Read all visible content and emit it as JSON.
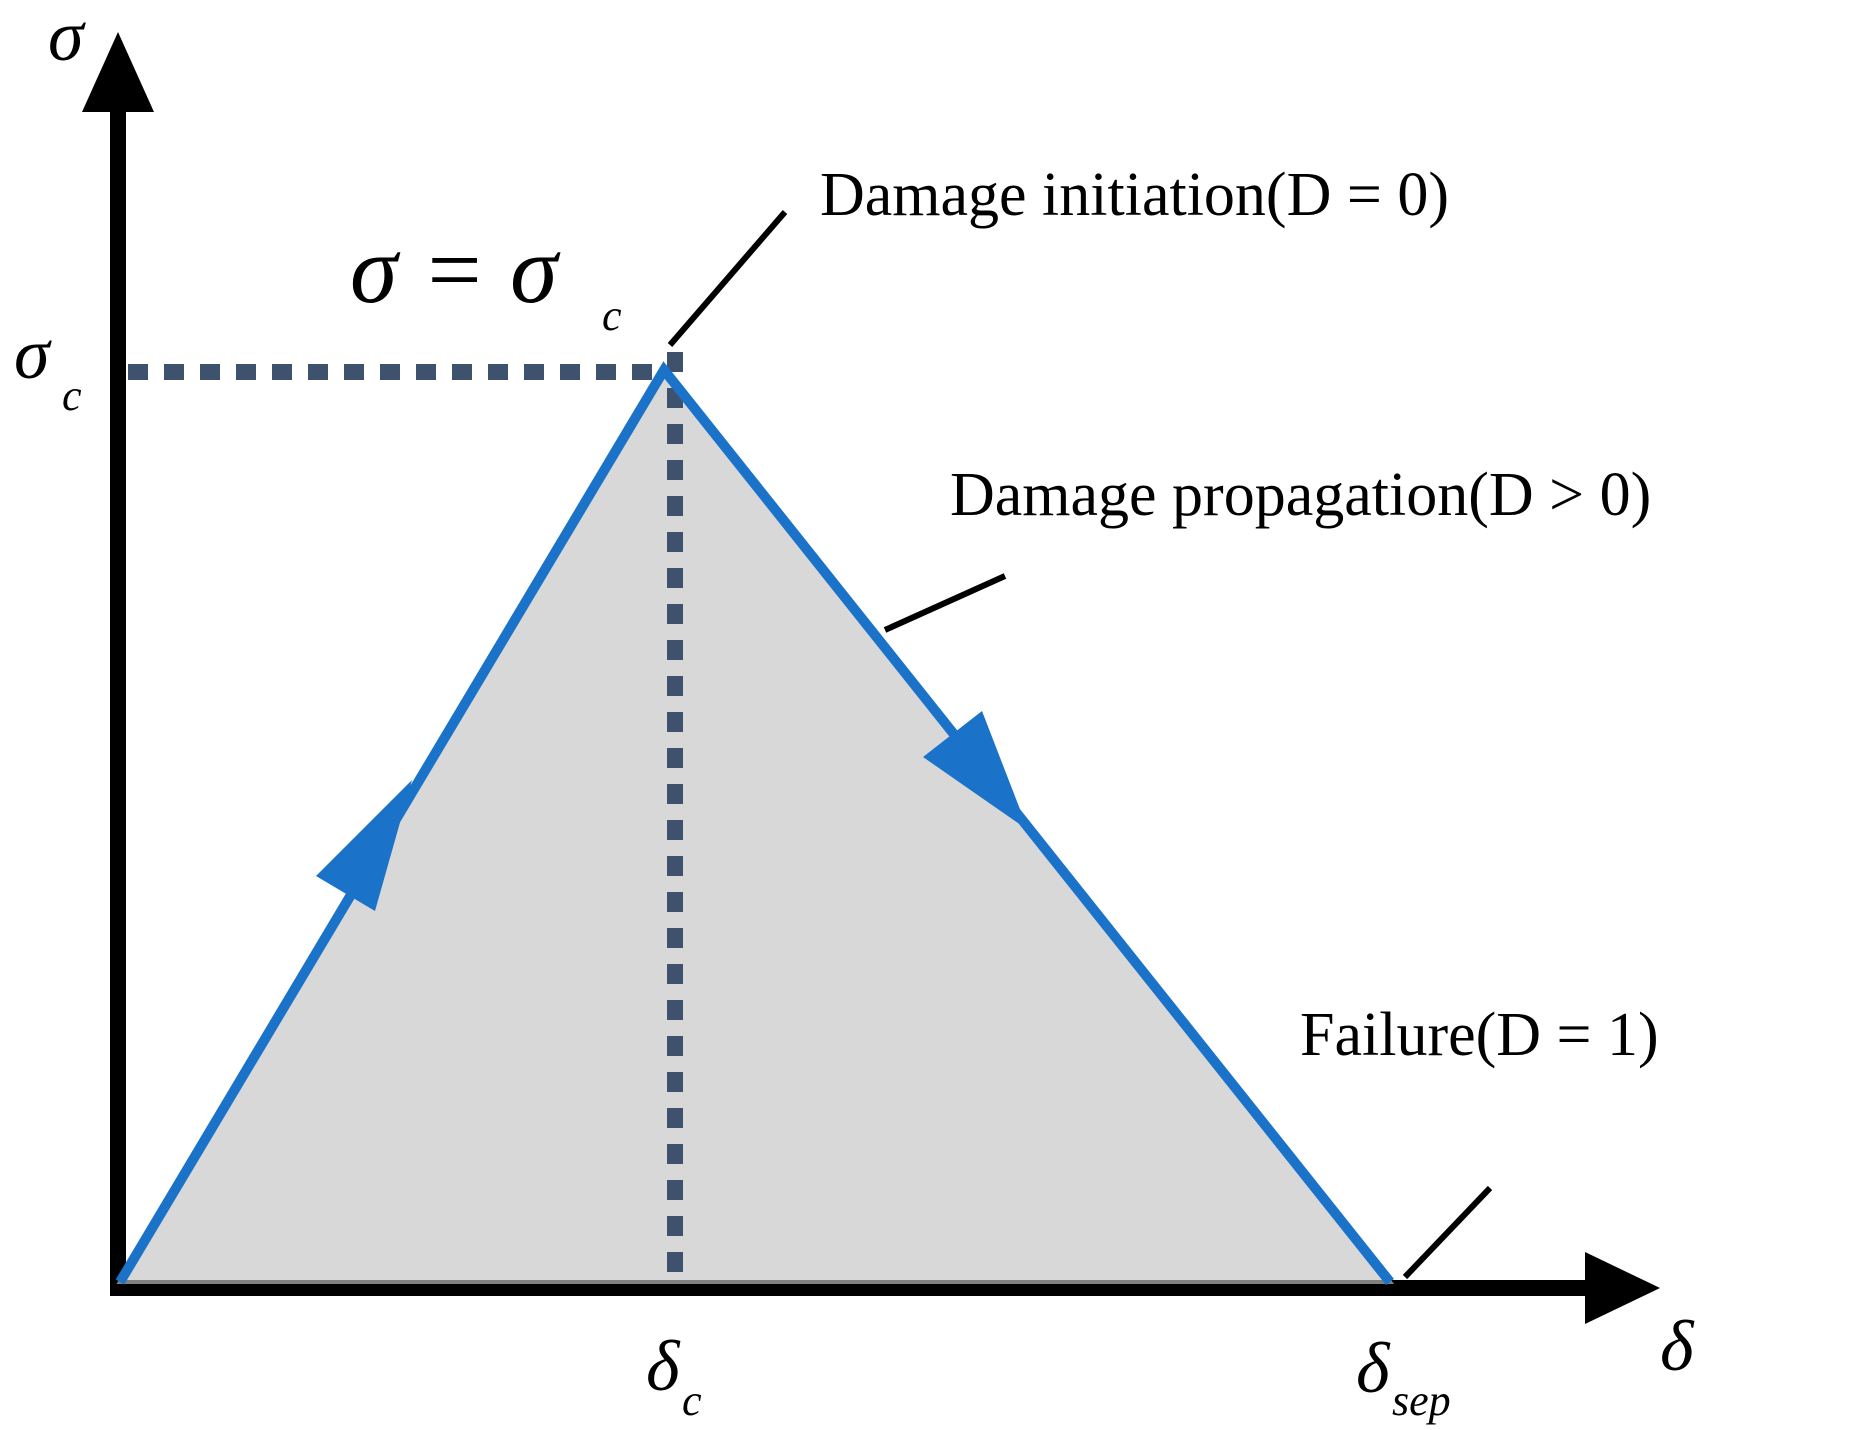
{
  "labels": {
    "y_axis": "σ",
    "x_axis": "δ",
    "sigma_c": "σ",
    "sigma_c_sub": "c",
    "equation_lhs": "σ = σ",
    "equation_sub": "c",
    "delta_c": "δ",
    "delta_c_sub": "c",
    "delta_sep": "δ",
    "delta_sep_sub": "sep",
    "initiation": "Damage initiation(D = 0)",
    "propagation": "Damage propagation(D  >  0)",
    "failure": "Failure(D = 1)"
  },
  "colors": {
    "curve": "#1b72c9",
    "fill": "#d8d8d8",
    "dashed": "#3e526e",
    "axis": "#000000"
  }
}
